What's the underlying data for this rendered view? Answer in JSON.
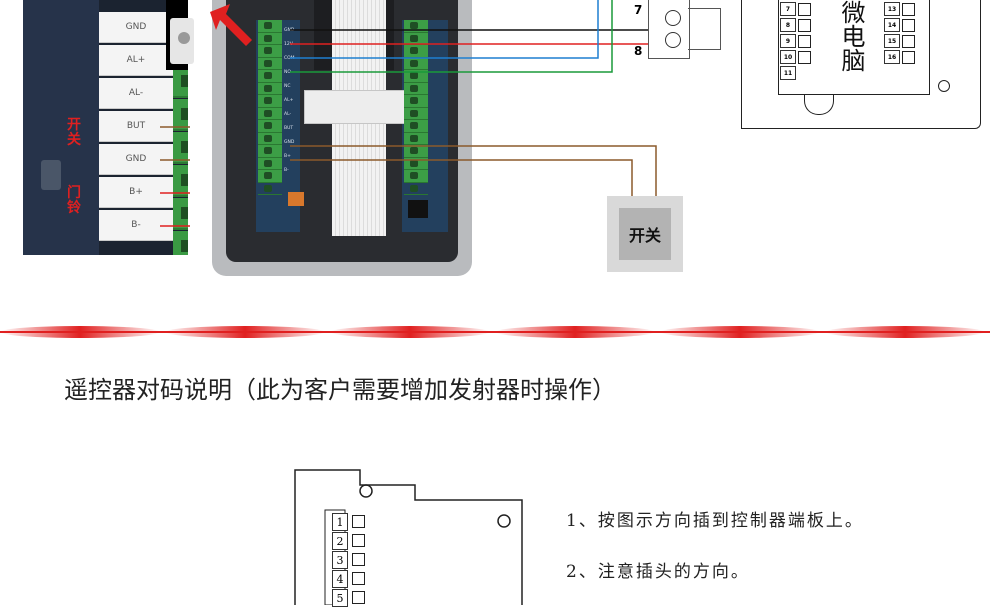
{
  "left_photo": {
    "terminals": [
      "GND",
      "AL+",
      "AL-",
      "BUT",
      "GND",
      "B+",
      "B-"
    ],
    "side_label_switch": "开关",
    "side_label_bell": "门铃"
  },
  "device": {
    "left_terminals": [
      "GND",
      "12V",
      "COM",
      "NO",
      "NC",
      "AL+",
      "AL-",
      "BUT",
      "GND",
      "B+",
      "B-"
    ]
  },
  "connector": {
    "pins": [
      "7",
      "8"
    ]
  },
  "micro_box": {
    "label": "微电脑",
    "left_numbers": [
      "7",
      "8",
      "9",
      "10",
      "11"
    ],
    "right_numbers": [
      "13",
      "14",
      "15",
      "16"
    ]
  },
  "switch_box": {
    "label": "开关"
  },
  "section": {
    "title": "遥控器对码说明（此为客户需要增加发射器时操作）"
  },
  "pin_panel": {
    "numbers": [
      "1",
      "2",
      "3",
      "4",
      "5"
    ]
  },
  "instructions": {
    "step1": "1、按图示方向插到控制器端板上。",
    "step2": "2、注意插头的方向。"
  },
  "colors": {
    "accent_red": "#e02020",
    "wire_brown": "#8b5a2b",
    "wire_blue": "#1e7fd0",
    "wire_green": "#1a9a3a",
    "wire_black": "#111111"
  }
}
